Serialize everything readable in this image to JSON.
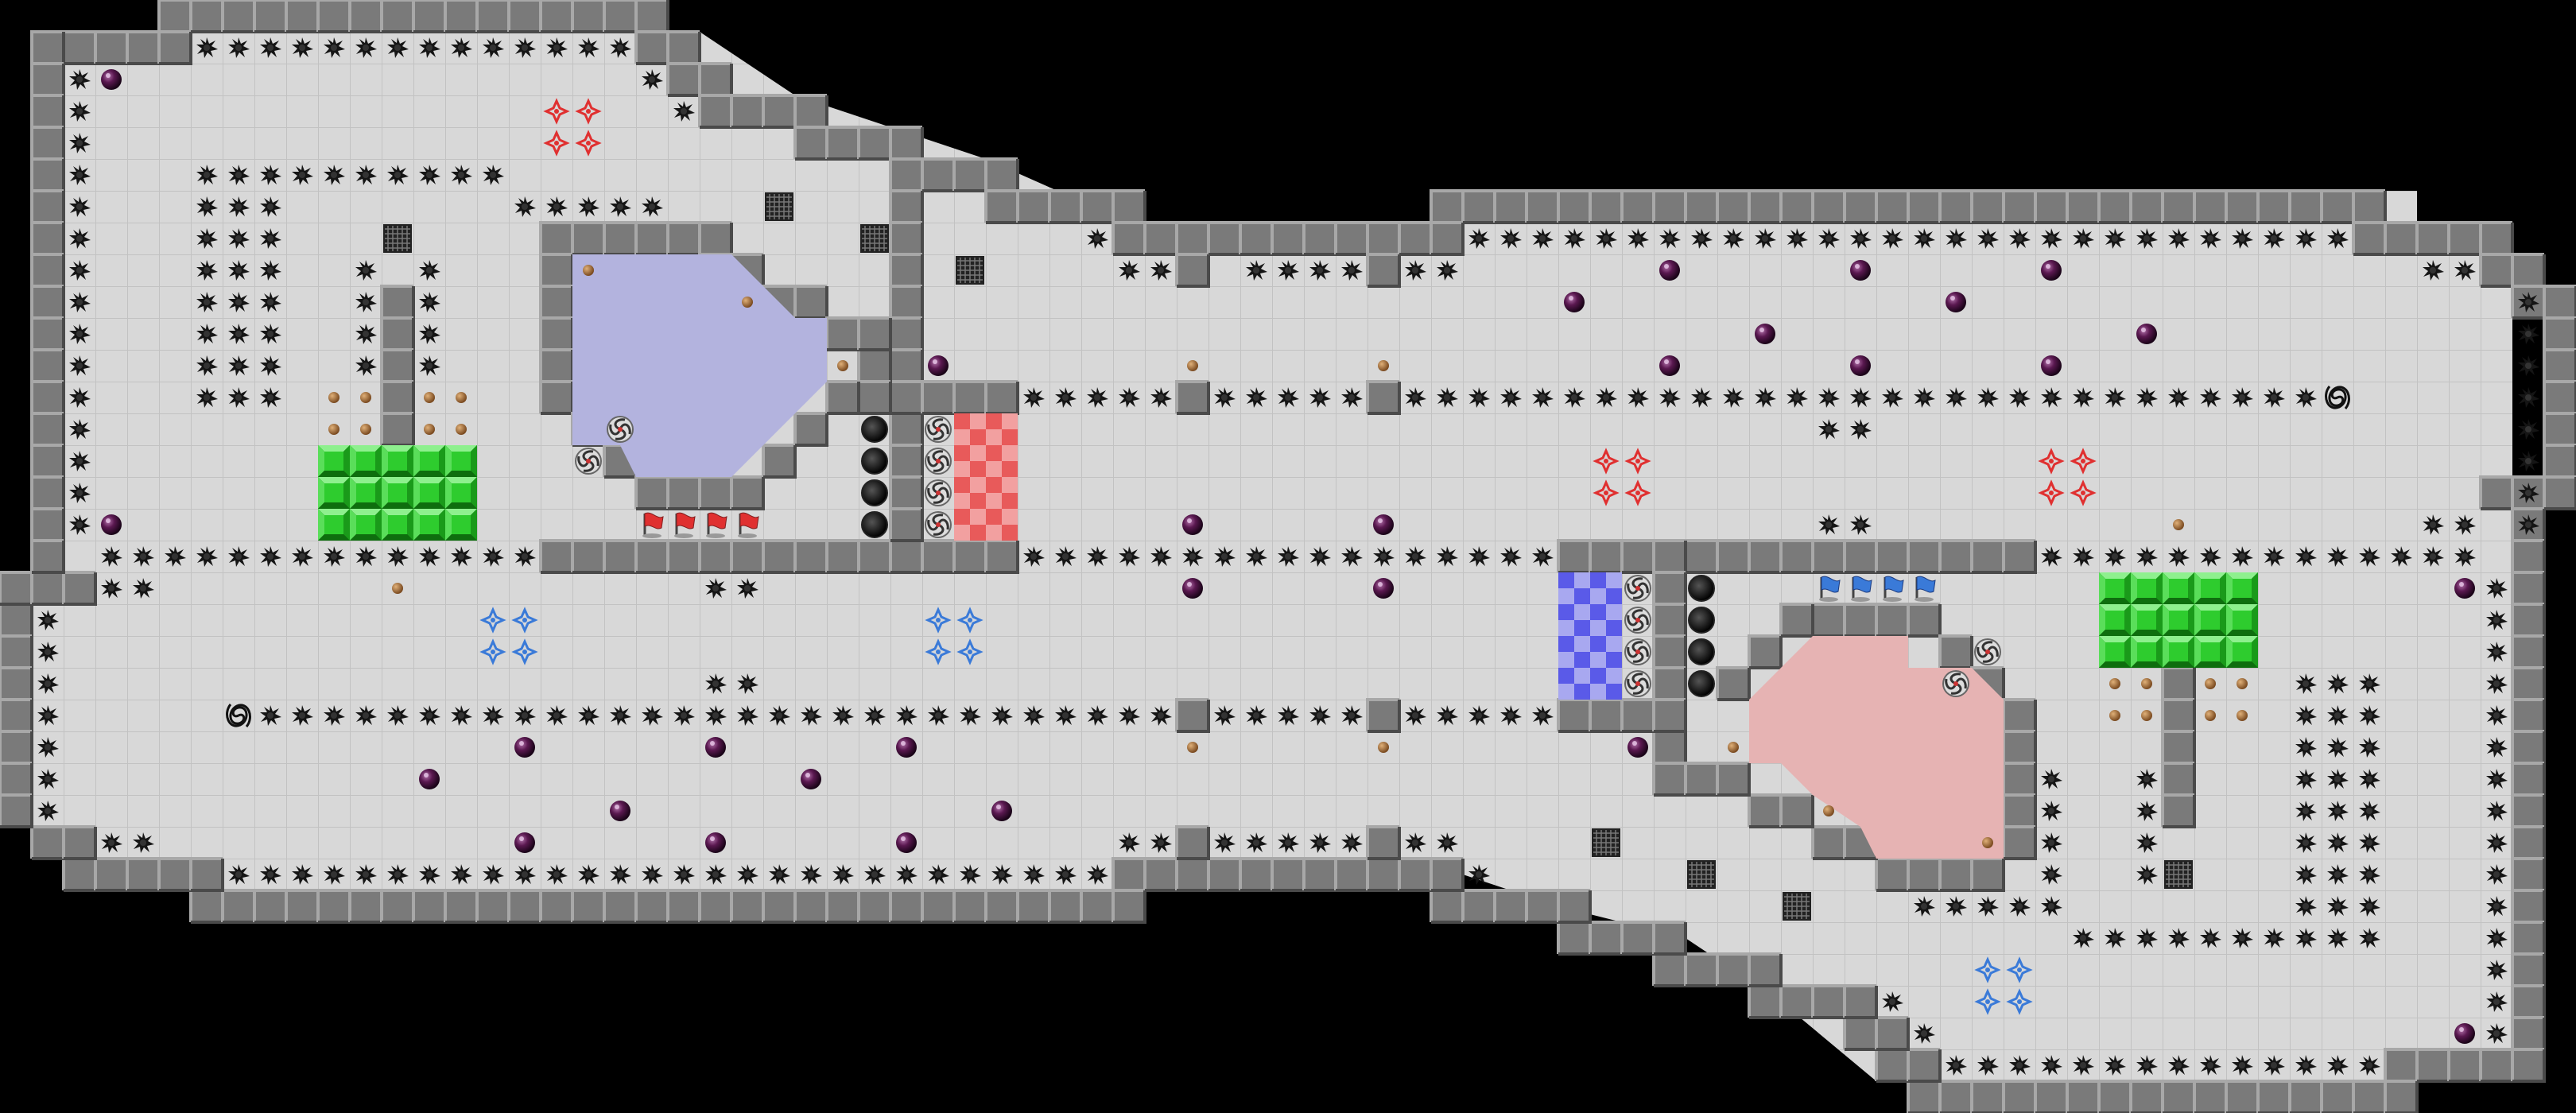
{
  "game": {
    "type": "tile-puzzle-level",
    "grid": {
      "cols": 81,
      "rows": 35
    },
    "colors": {
      "background": "#000000",
      "floor": "#d8d8d8",
      "floor_grid": "#c4c4c4",
      "wall": "#7a7a7a",
      "wall_highlight": "#9e9e9e",
      "wall_shadow": "#4c4c4c",
      "lavender_zone": "#b3b3de",
      "pink_zone": "#e6b3b3",
      "red_checker": "#e85a5a",
      "blue_checker": "#5a5ae8",
      "green_block": "#2ecc2e",
      "orb": "#3a1030",
      "bead": "#a0703a",
      "red_marker": "#e03030",
      "blue_marker": "#3a7ad8"
    },
    "legend": {
      "wall": "wall-block",
      "spike": "spike-mine-icon",
      "orb": "purple-orb-icon",
      "bead": "bead-icon",
      "grate": "vent-grate-icon",
      "spiral_portal": "spiral-portal-icon",
      "black_hole": "black-hole-icon",
      "red_flag": "red-flag-icon",
      "blue_flag": "blue-flag-icon",
      "red_cross": "red-cross-marker-icon",
      "blue_cross": "blue-cross-marker-icon",
      "green_block": "green-gem-block",
      "spiral_vortex": "vortex-icon"
    }
  }
}
